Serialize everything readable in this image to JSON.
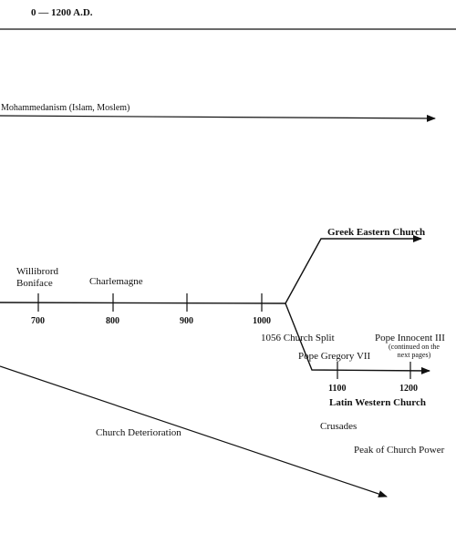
{
  "header": {
    "title": "0 — 1200 A.D."
  },
  "bands": {
    "islam": "Mohammedanism (Islam, Moslem)",
    "greek": "Greek Eastern Church",
    "latin": "Latin Western Church",
    "deterioration": "Church Deterioration"
  },
  "timeline": {
    "ticks": [
      "700",
      "800",
      "900",
      "1000"
    ],
    "branch_ticks": [
      "1100",
      "1200"
    ]
  },
  "events": {
    "willibrord": "Willibrord\nBoniface",
    "charlemagne": "Charlemagne",
    "split": "1056 Church Split",
    "gregory": "Pope Gregory VII",
    "innocent": "Pope Innocent III",
    "innocent_note": "(continued on the\nnext pages)",
    "crusades": "Crusades",
    "peak": "Peak of Church Power"
  }
}
